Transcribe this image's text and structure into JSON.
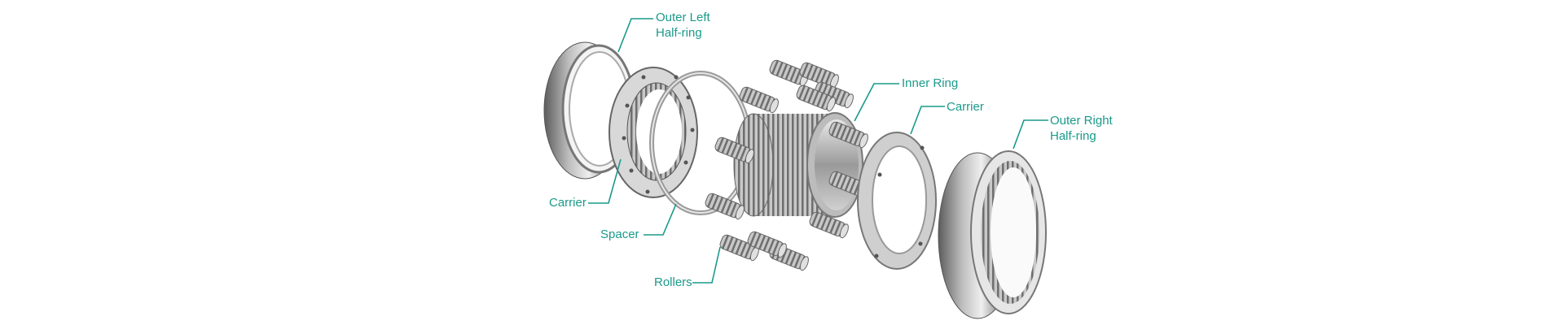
{
  "diagram": {
    "accent_color": "#1a9a8a",
    "labels": {
      "outer_left_line1": "Outer Left",
      "outer_left_line2": "Half-ring",
      "carrier_left": "Carrier",
      "spacer": "Spacer",
      "rollers": "Rollers",
      "inner_ring": "Inner Ring",
      "carrier_right": "Carrier",
      "outer_right_line1": "Outer Right",
      "outer_right_line2": "Half-ring"
    }
  }
}
